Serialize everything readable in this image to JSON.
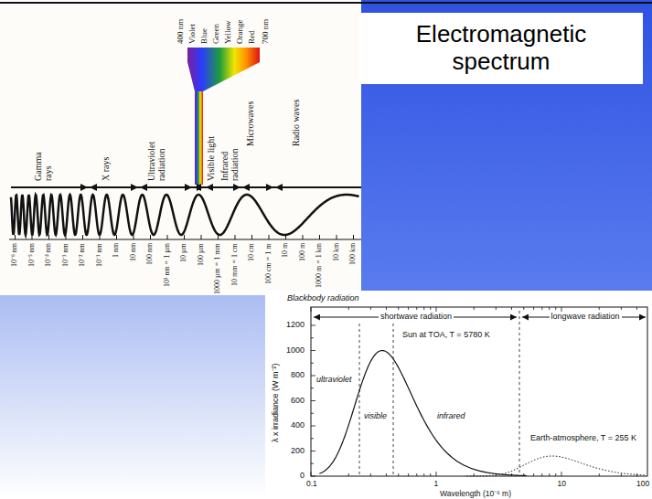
{
  "diagram": {
    "title": "Electromagnetic spectrum",
    "labels": [
      "400 nm",
      "Violet",
      "Blue",
      "Green",
      "Yellow",
      "Orange",
      "Red",
      "700 nm",
      "Gamma rays",
      "X rays",
      "Ultraviolet radiation",
      "Visible light",
      "Infrared radiation",
      "Microwaves",
      "Radio waves",
      "10⁻⁶ nm",
      "10⁻⁵ nm",
      "10⁻⁴ nm",
      "10⁻³ nm",
      "10⁻² nm",
      "10⁻¹ nm",
      "1 nm",
      "10 nm",
      "100 nm",
      "10³ nm = 1 µm",
      "10 µm",
      "100 µm",
      "1000 µm = 1 mm",
      "10 mm = 1 cm",
      "10 cm",
      "100 cm = 1 m",
      "10 m",
      "100 m",
      "1000 m = 1 km",
      "10 km",
      "100 km",
      "Blackbody radiation",
      "shortwave radiation",
      "longwave radiation",
      "1200",
      "1000",
      "800",
      "600",
      "400",
      "200",
      "0",
      "λ x irradiance (W m⁻²)",
      "ultraviolet",
      "visible",
      "infrared",
      "Sun at TOA, T = 5780 K",
      "Earth-atmosphere, T = 255 K",
      "0.1",
      "1",
      "10",
      "100",
      "Wavelength (10⁻⁶ m)"
    ]
  }
}
